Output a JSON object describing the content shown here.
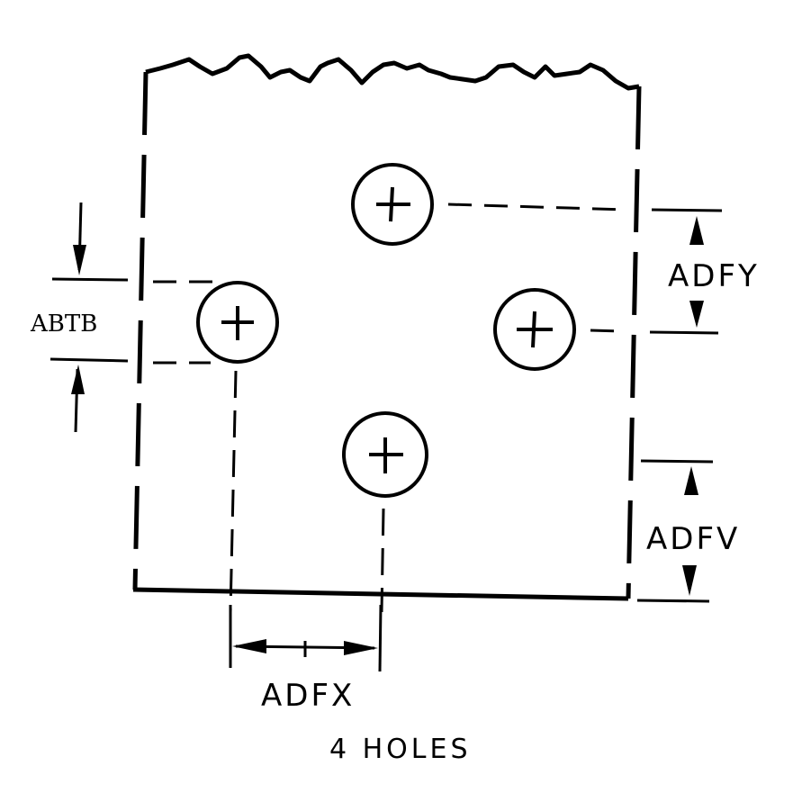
{
  "labels": {
    "abtb": "ABTB",
    "adfy": "ADFY",
    "adfv": "ADFV",
    "adfx": "ADFX",
    "caption": "4 HOLES"
  },
  "hole_count": 4
}
